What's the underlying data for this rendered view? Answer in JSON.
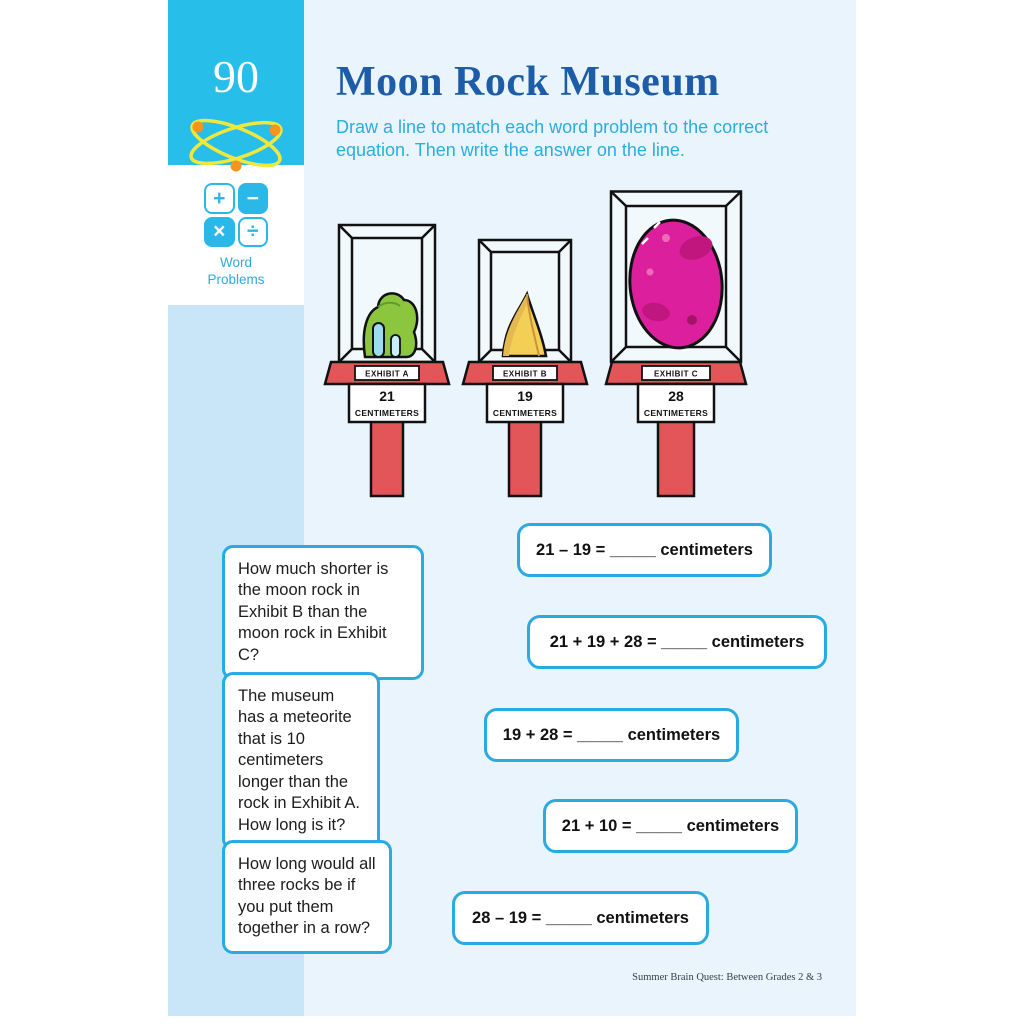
{
  "page": {
    "number": "90",
    "category": "Word Problems",
    "title": "Moon Rock Museum",
    "instructions": "Draw a line to match each word problem to the correct equation. Then write the answer on the line.",
    "footer": "Summer Brain Quest: Between Grades 2 & 3"
  },
  "sidebar": {
    "icon_symbols": [
      "+",
      "−",
      "×",
      "÷"
    ]
  },
  "exhibits": [
    {
      "label": "EXHIBIT A",
      "size": "21",
      "unit": "CENTIMETERS",
      "rock_color": "#8cc63e"
    },
    {
      "label": "EXHIBIT B",
      "size": "19",
      "unit": "CENTIMETERS",
      "rock_color": "#f2c84b"
    },
    {
      "label": "EXHIBIT C",
      "size": "28",
      "unit": "CENTIMETERS",
      "rock_color": "#dd1f9e"
    }
  ],
  "problems": [
    "How much shorter is the moon rock in Exhibit B than the moon rock in Exhibit C?",
    "The museum has a meteorite that is 10 centimeters longer than the rock in Exhibit A. How long is it?",
    "How long would all three rocks be if you put them together in a row?"
  ],
  "equations": [
    "21 – 19 = _____ centimeters",
    "21 + 19 + 28 = _____ centimeters",
    "19 + 28 = _____ centimeters",
    "21 + 10 = _____ centimeters",
    "28 – 19 = _____ centimeters"
  ],
  "colors": {
    "accent_cyan": "#29b8e8",
    "title_blue": "#1d5da7",
    "box_border": "#29abe2",
    "pedestal_red": "#e25659",
    "sidebar_blue": "#c9e6f8",
    "page_bg": "#e9f4fc"
  }
}
